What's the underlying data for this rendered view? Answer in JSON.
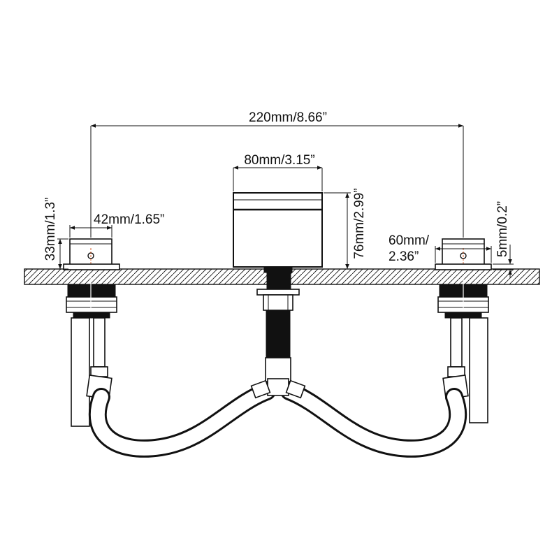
{
  "dimensions": {
    "overall_width": "220mm/8.66”",
    "spout_width": "80mm/3.15”",
    "spout_height": "76mm/2.99”",
    "handle_diameter": "42mm/1.65”",
    "handle_height": "33mm/1.3”",
    "base_diameter_line1": "60mm/",
    "base_diameter_line2": "2.36”",
    "base_thickness": "5mm/0.2”"
  }
}
